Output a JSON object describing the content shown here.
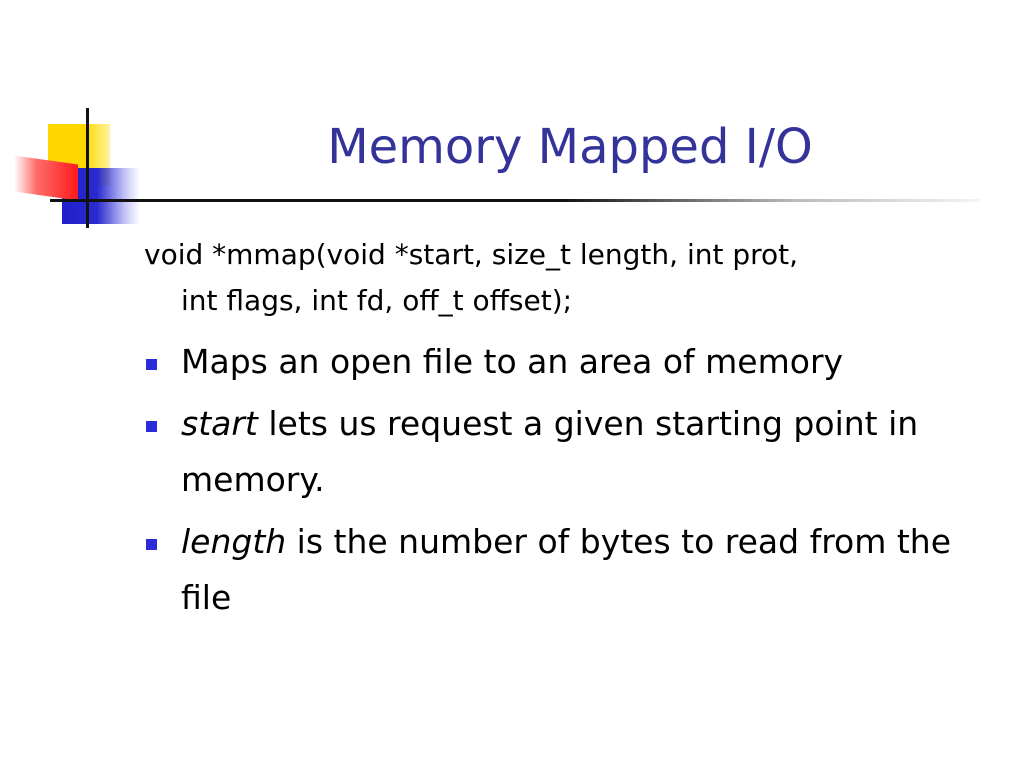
{
  "slide": {
    "title": "Memory Mapped I/O",
    "signature_line_1": "void *mmap(void *start, size_t length, int prot,",
    "signature_line_2": "int flags, int fd, off_t offset);",
    "bullets": [
      {
        "emphasis": "",
        "text": "Maps an open file to an area of memory"
      },
      {
        "emphasis": "start",
        "text": " lets us request a given starting point in memory."
      },
      {
        "emphasis": "length",
        "text": " is the number of bytes to read from the file"
      }
    ]
  },
  "colors": {
    "title": "#333399",
    "bullet_marker": "#2b2bd9",
    "accent_yellow": "#ffd700",
    "accent_blue": "#2020cc",
    "accent_red": "#ff1a1a"
  }
}
